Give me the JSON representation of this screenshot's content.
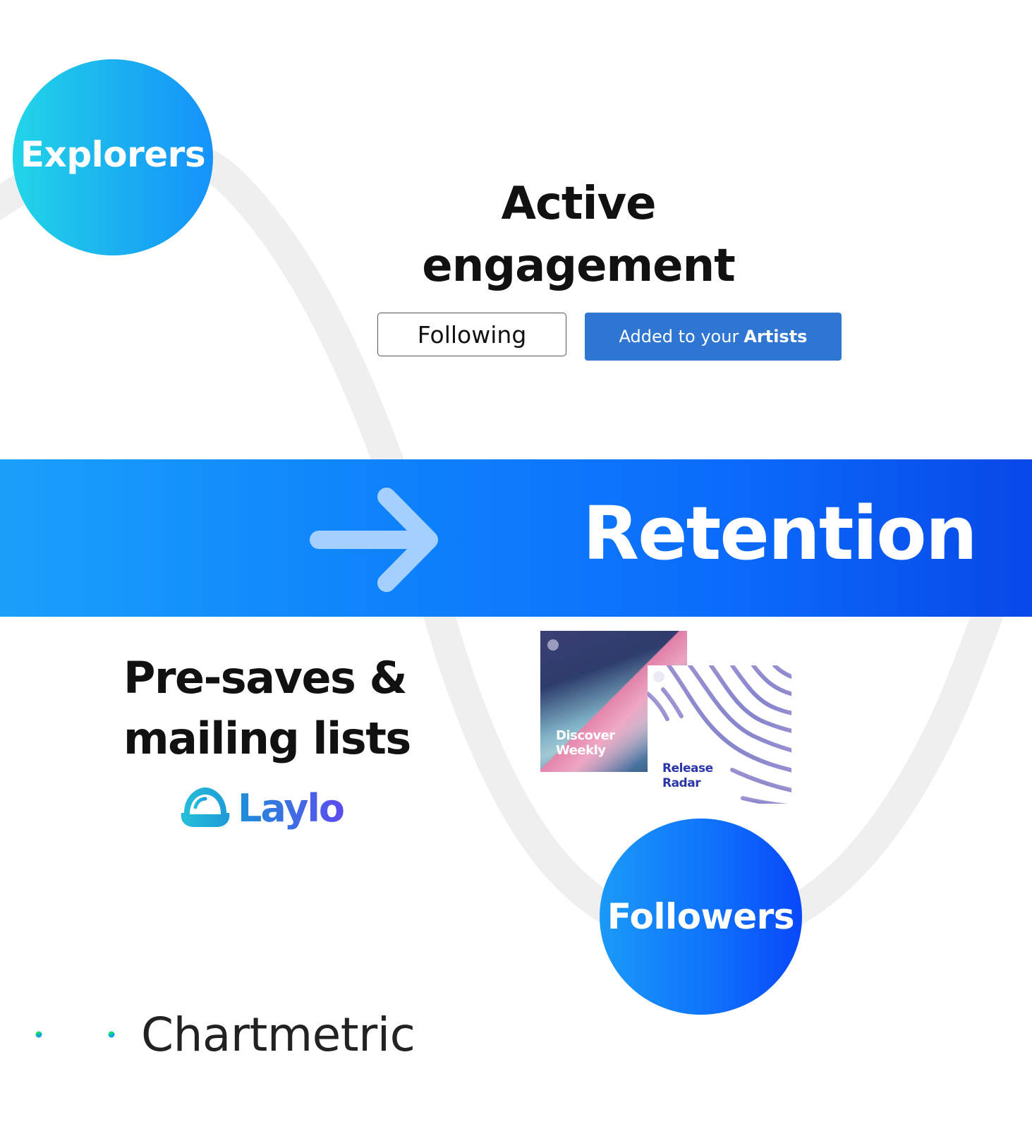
{
  "stages": {
    "explorers": "Explorers",
    "followers": "Followers"
  },
  "active_engagement": {
    "title_line1": "Active",
    "title_line2": "engagement",
    "following_button": "Following",
    "added_button_prefix": "Added to your",
    "added_button_bold": "Artists"
  },
  "banner": {
    "arrow_icon": "arrow-right-icon",
    "label": "Retention"
  },
  "presaves": {
    "line1": "Pre-saves &",
    "line2": "mailing lists",
    "partner_logo": "Laylo"
  },
  "playlists": [
    {
      "line1": "Discover",
      "line2": "Weekly"
    },
    {
      "line1": "Release",
      "line2": "Radar"
    }
  ],
  "brand": {
    "name": "Chartmetric"
  },
  "colors": {
    "wave": "#efefef",
    "banner_start": "#1aa0fb",
    "banner_end": "#0848e8",
    "explorers_start": "#22d5e8",
    "followers_end": "#0848fa",
    "added_button": "#2e76d2",
    "arrow": "#a3d0ff"
  }
}
